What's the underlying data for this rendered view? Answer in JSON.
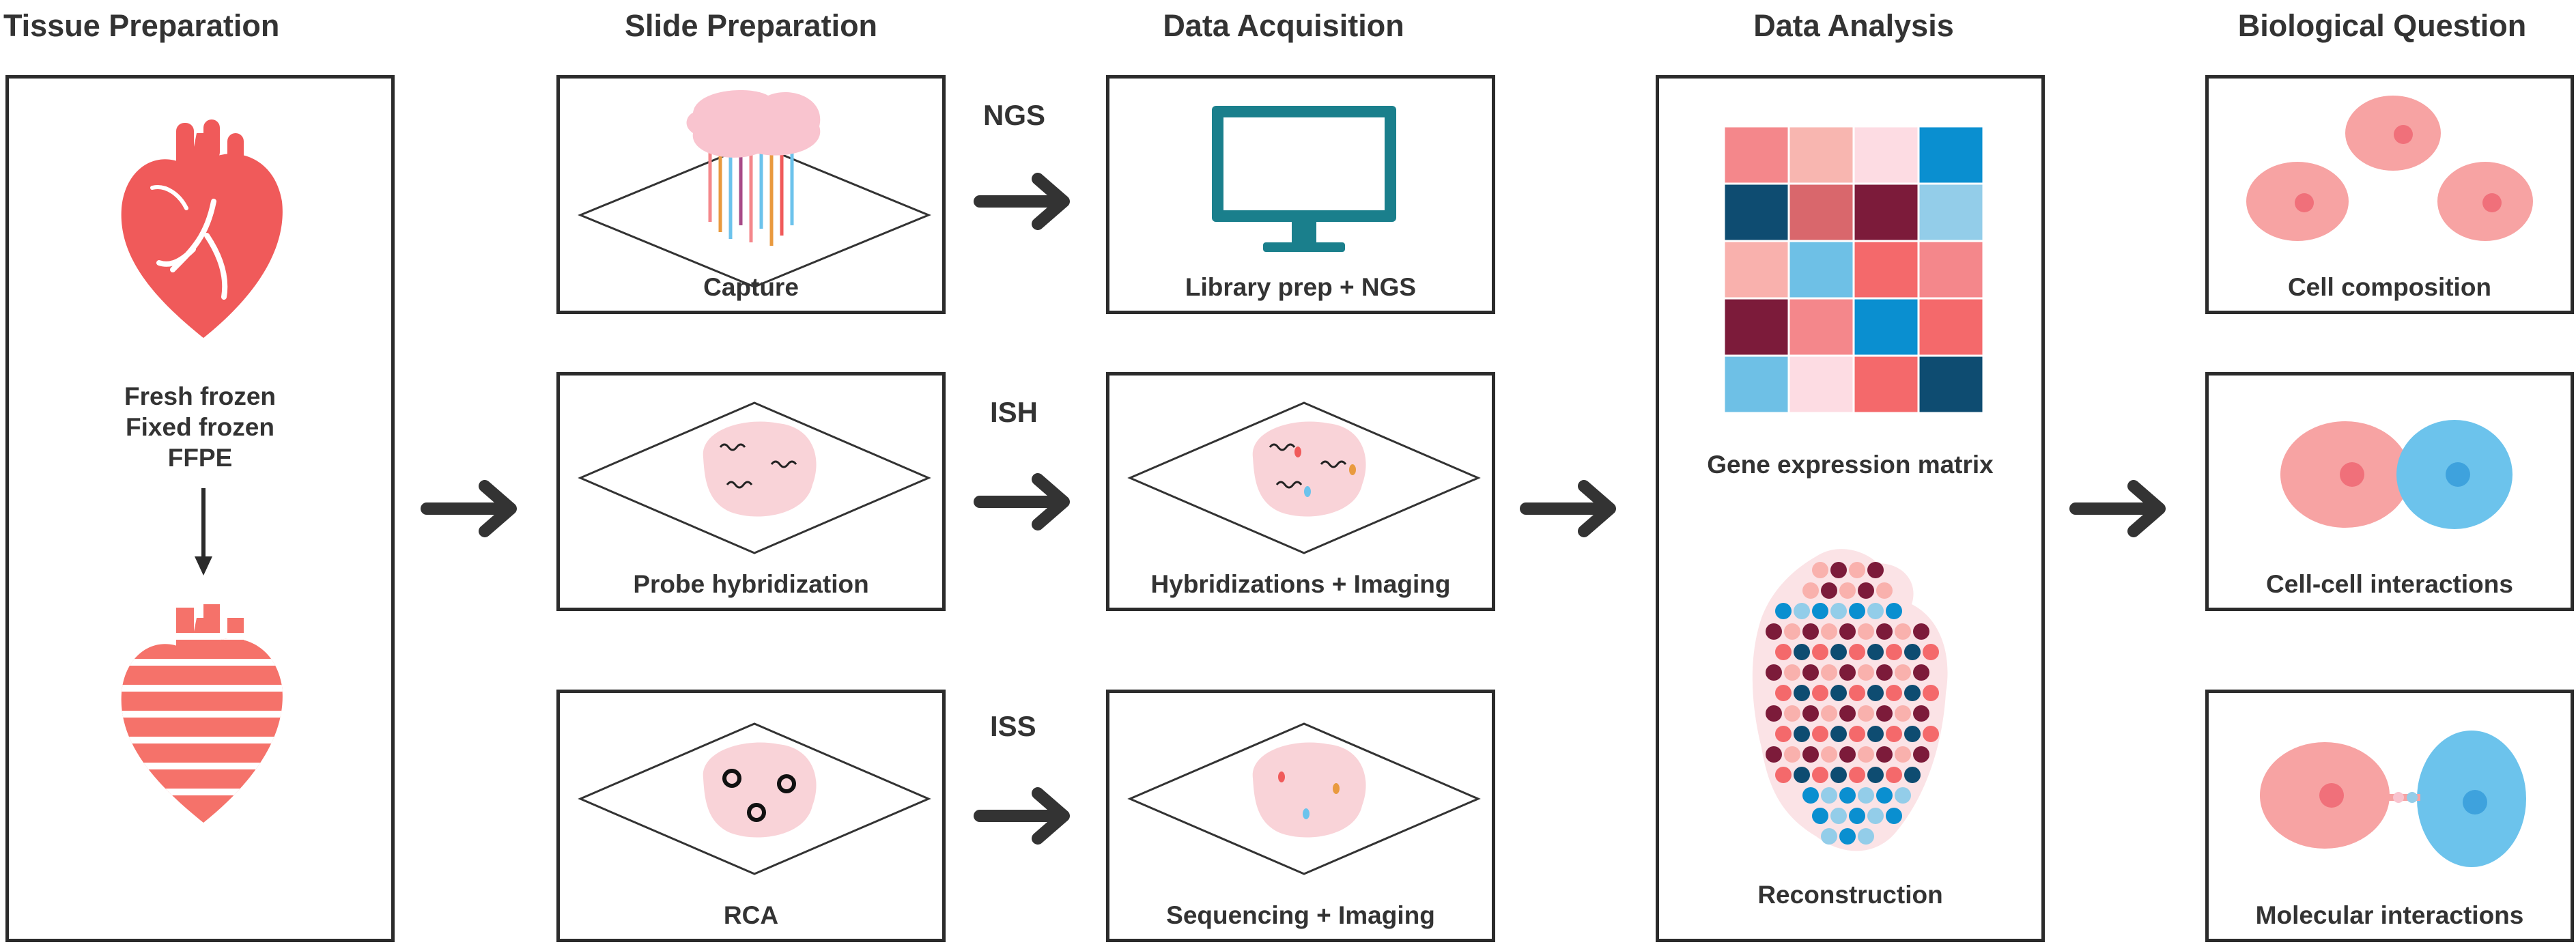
{
  "stages": [
    {
      "title": "Tissue Preparation"
    },
    {
      "title": "Slide Preparation"
    },
    {
      "title": "Data Acquisition"
    },
    {
      "title": "Data Analysis"
    },
    {
      "title": "Biological Question"
    }
  ],
  "tissue": {
    "lines": [
      "Fresh frozen",
      "Fixed frozen",
      "FFPE"
    ]
  },
  "slide": [
    "Capture",
    "Probe hybridization",
    "RCA"
  ],
  "methods": [
    "NGS",
    "ISH",
    "ISS"
  ],
  "acquisition": [
    "Library prep + NGS",
    "Hybridizations + Imaging",
    "Sequencing + Imaging"
  ],
  "analysis": {
    "matrix_label": "Gene expression matrix",
    "reconstruction_label": "Reconstruction"
  },
  "questions": [
    "Cell composition",
    "Cell-cell interactions",
    "Molecular interactions"
  ],
  "colors": {
    "heart": "#f05a5a",
    "heart_light": "#f5726a",
    "tissue_pink": "#f9d3d8",
    "cell_red": "#f7a3a3",
    "cell_blue": "#6cc3ec",
    "monitor": "#1a7f8c",
    "matrix": [
      "#f4878b",
      "#f8b6b0",
      "#fddce3",
      "#0a8fd0",
      "#0e4c71",
      "#d9676c",
      "#7c1b3a",
      "#93cde9",
      "#f9b1ad",
      "#6ec0e6",
      "#f4696b",
      "#f4878b",
      "#7c1b3a",
      "#f4878b",
      "#0a8fd0",
      "#f4696b",
      "#6ec0e6",
      "#fddce3",
      "#f4696b",
      "#0e4c71"
    ]
  }
}
